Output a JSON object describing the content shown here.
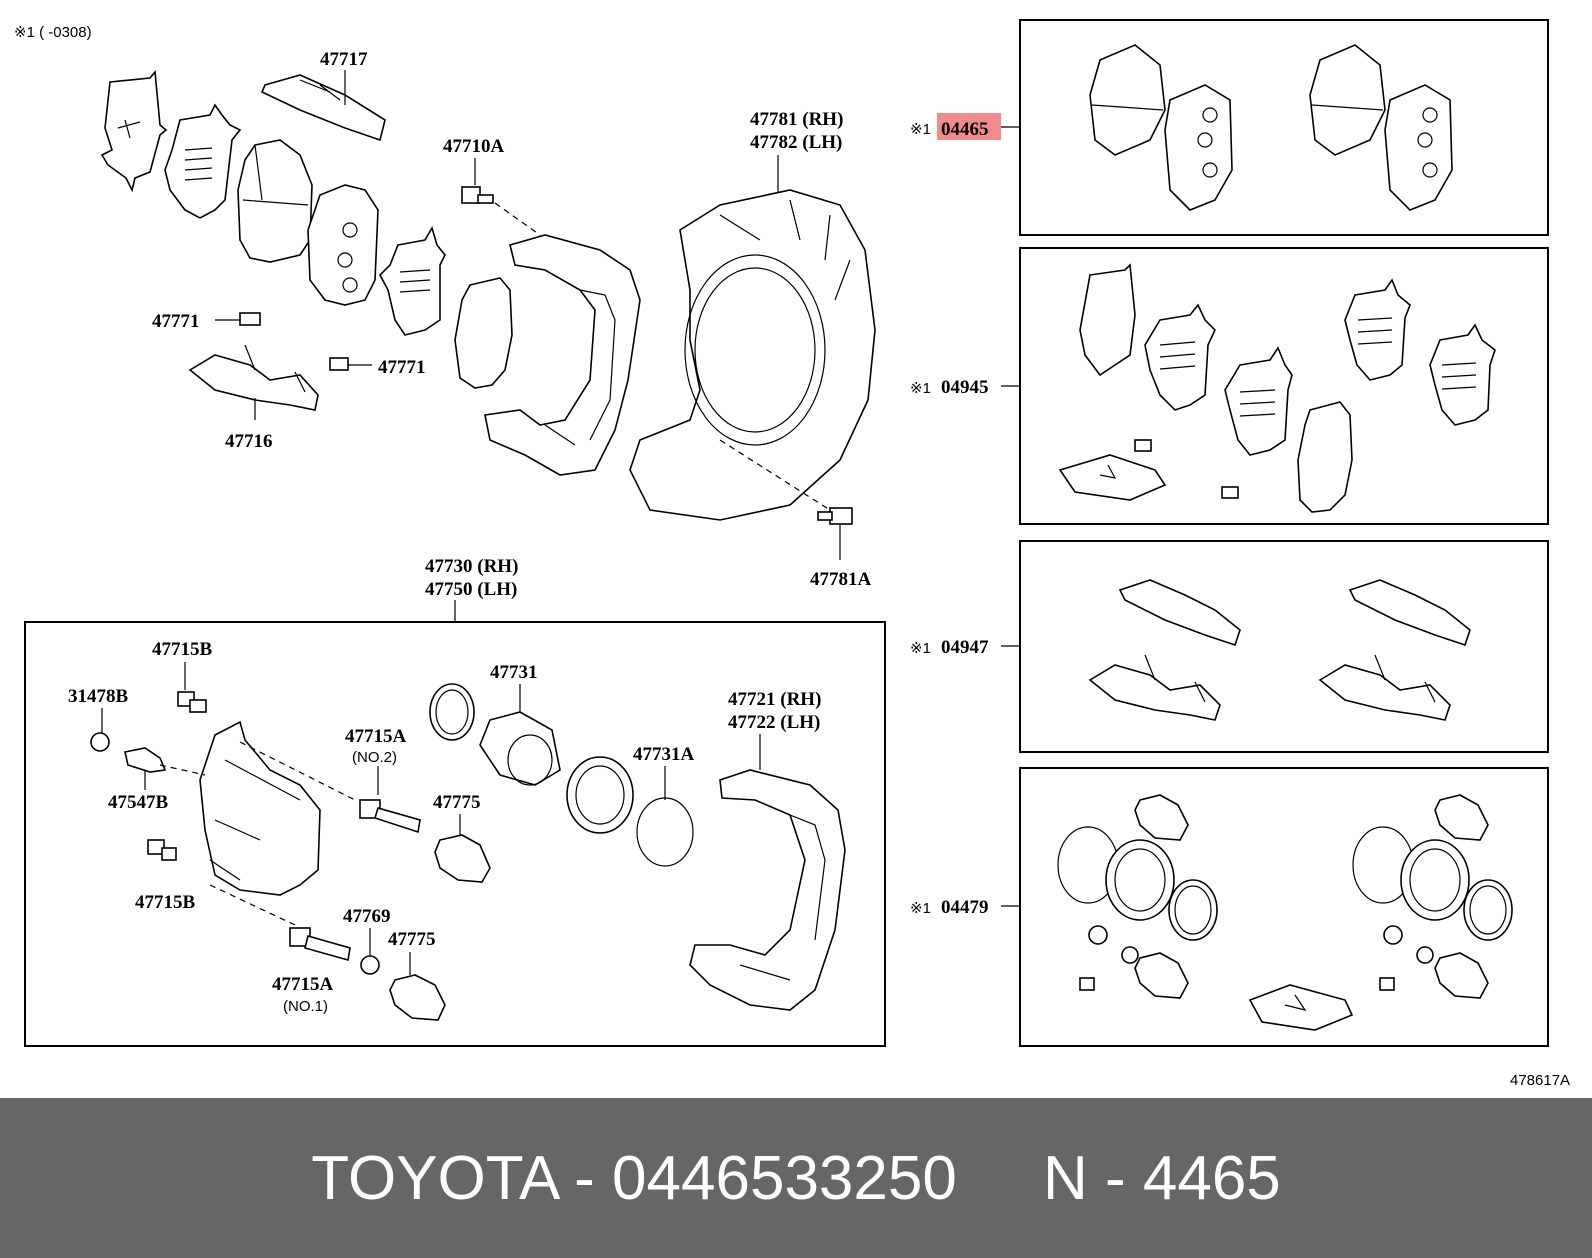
{
  "note_top": "※1 (      -0308)",
  "diagram_code": "478617A",
  "labels": {
    "p47717": "47717",
    "p47710A": "47710A",
    "p47781": "47781 (RH)",
    "p47782": "47782 (LH)",
    "p47771a": "47771",
    "p47771b": "47771",
    "p47716": "47716",
    "p47781A": "47781A",
    "p47730": "47730 (RH)",
    "p47750": "47750 (LH)",
    "p47715B_top": "47715B",
    "p31478B": "31478B",
    "p47731": "47731",
    "p47721": "47721 (RH)",
    "p47722": "47722 (LH)",
    "p47715A_top": "47715A",
    "no2": "(NO.2)",
    "p47547B": "47547B",
    "p47775a": "47775",
    "p47731A": "47731A",
    "p47715B_bot": "47715B",
    "p47769": "47769",
    "p47775b": "47775",
    "p47715A_bot": "47715A",
    "no1": "(NO.1)"
  },
  "kits": [
    {
      "mark": "※1",
      "code": "04465",
      "highlighted": true
    },
    {
      "mark": "※1",
      "code": "04945",
      "highlighted": false
    },
    {
      "mark": "※1",
      "code": "04947",
      "highlighted": false
    },
    {
      "mark": "※1",
      "code": "04479",
      "highlighted": false
    }
  ],
  "footer": {
    "brand": "TOYOTA",
    "part_number": "0446533250",
    "ref": "N - 4465",
    "text": "TOYOTA - 0446533250     N - 4465"
  },
  "colors": {
    "highlight": "#f08c8c",
    "footer_bg": "#666666",
    "footer_text": "#ffffff"
  }
}
